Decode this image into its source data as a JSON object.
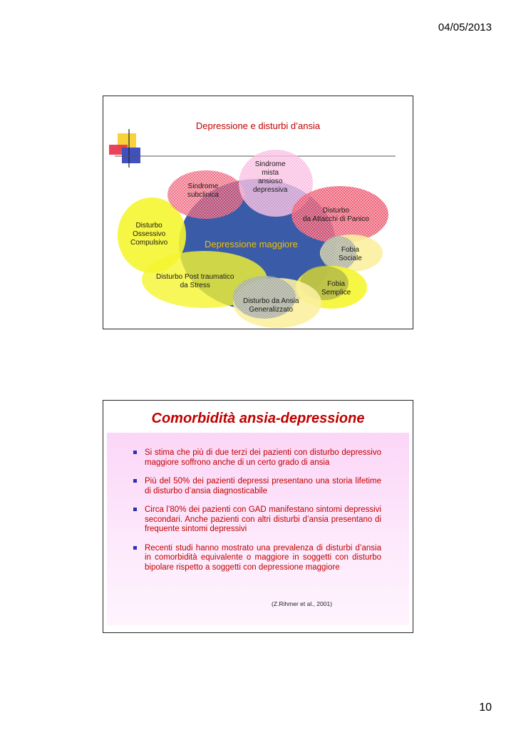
{
  "page": {
    "date": "04/05/2013",
    "number": "10"
  },
  "slide1": {
    "title": "Depressione e disturbi d’ansia",
    "center_label": "Depressione maggiore",
    "labels": {
      "mista": [
        "Sindrome",
        "mista",
        "ansioso",
        "depressiva"
      ],
      "subclinica": [
        "Sindrome",
        "subclinica"
      ],
      "panico": [
        "Disturbo",
        "da Attacchi di Panico"
      ],
      "doc": [
        "Disturbo",
        "Ossessivo",
        "Compulsivo"
      ],
      "sociale": [
        "Fobia",
        "Sociale"
      ],
      "ptsd": [
        "Disturbo Post traumatico",
        "da Stress"
      ],
      "semplice": [
        "Fobia",
        "Semplice"
      ],
      "gad": [
        "Disturbo da Ansia",
        "Generalizzato"
      ]
    },
    "colors": {
      "blue": "#3a5ba8",
      "red": "#e8304a",
      "pink": "#f7a6d6",
      "yellow": "#f5f530",
      "grey": "#9aa09a"
    }
  },
  "slide2": {
    "title": "Comorbidità  ansia-depressione",
    "bullets": [
      "Si stima che più di due terzi dei pazienti con disturbo depressivo maggiore soffrono anche di un certo grado di ansia",
      "Più del 50% dei pazienti depressi presentano una storia lifetime di disturbo d’ansia diagnosticabile",
      "Circa l’80% dei pazienti con GAD manifestano sintomi depressivi secondari. Anche pazienti con altri disturbi d’ansia presentano di frequente sintomi depressivi",
      "Recenti studi hanno mostrato una prevalenza di disturbi d’ansia in comorbidità equivalente o maggiore in soggetti con disturbo bipolare rispetto a soggetti con depressione maggiore"
    ],
    "citation": "(Z.Rihmer  et al., 2001)"
  }
}
